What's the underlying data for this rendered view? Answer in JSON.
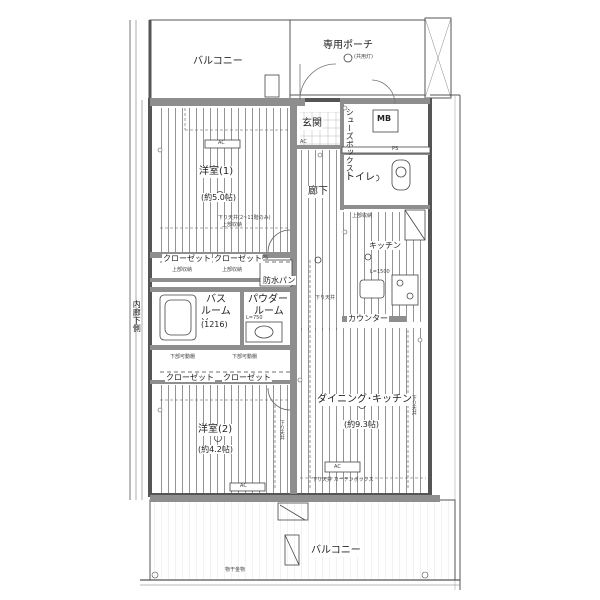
{
  "rooms": {
    "balcony_top": "バルコニー",
    "porch": "専用ポーチ",
    "porch_light": "(共用灯)",
    "entrance": "玄関",
    "shoe_closet": "シューズボックス",
    "mb": "MB",
    "ps_top": "PS",
    "ps_mid": "PS",
    "western1": "洋室(1)",
    "western1_size": "(約5.0帖)",
    "hallway": "廊下",
    "toilet": "トイレ",
    "kitchen": "キッチン",
    "closet1a": "クローゼット",
    "closet1b": "クローゼット",
    "closet2a": "クローゼット",
    "closet2b": "クローゼット",
    "waterproof_pan": "防水パン",
    "bathroom_line1": "バス",
    "bathroom_line2": "ルーム",
    "bathroom_size": "(1216)",
    "powder_line1": "パウダー",
    "powder_line2": "ルーム",
    "counter": "カウンター",
    "western2": "洋室(2)",
    "western2_size": "(約4.2帖)",
    "dining": "ダイニング･キッチン",
    "dining_size": "(約9.3帖)",
    "balcony_bottom": "バルコニー",
    "inner_hall": "内廊下側"
  },
  "small_labels": {
    "ac": "AC",
    "down_ceiling": "下り天井",
    "down_ceiling_range": "下り天井(2~11階のみ)",
    "upper_storage": "上部収納",
    "upper_storage_movable": "上部収納\n下部可動棚",
    "lower_movable_shelf": "下部可動棚",
    "l750": "L=750",
    "l1500": "L=1500",
    "curtain_box": "下り天井 カーテンボックス",
    "hanging_hardware": "物干金物"
  },
  "colors": {
    "wall": "#8e8e8e",
    "line": "#333333",
    "floor": "#555555",
    "tile": "#9a9a9a"
  }
}
